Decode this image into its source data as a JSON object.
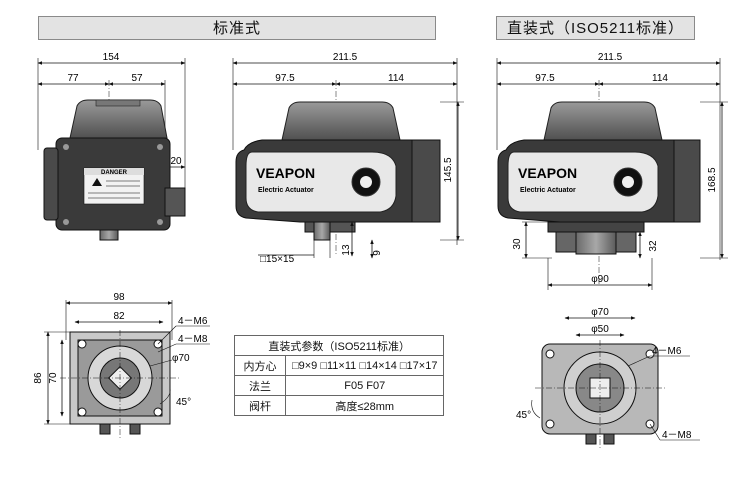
{
  "banners": {
    "standard": "标准式",
    "direct": "直装式（ISO5211标准）"
  },
  "dims": {
    "front_width": "154",
    "front_left": "77",
    "front_right": "57",
    "front_side": "20",
    "side_width": "211.5",
    "side_left": "97.5",
    "side_right": "114",
    "side_height": "145.5",
    "side_13": "13",
    "side_9": "9",
    "side_square": "□15×15",
    "direct_width": "211.5",
    "direct_left": "97.5",
    "direct_right": "114",
    "direct_height": "168.5",
    "direct_30": "30",
    "direct_32": "32",
    "direct_phi90": "φ90",
    "bottom_98": "98",
    "bottom_82": "82",
    "bottom_86": "86",
    "bottom_70": "70",
    "bottom_m6": "4－M6",
    "bottom_m8": "4－M8",
    "bottom_phi70": "φ70",
    "bottom_45": "45°",
    "r_phi70": "φ70",
    "r_phi50": "φ50",
    "r_m6": "4－M6",
    "r_m8": "4－M8",
    "r_45": "45°"
  },
  "actuator": {
    "brand": "VEAPON",
    "subtitle": "Electric Actuator",
    "danger": "DANGER"
  },
  "table": {
    "title": "直装式参数（ISO5211标准）",
    "rows": [
      {
        "label": "内方心",
        "value": "□9×9 □11×11 □14×14 □17×17"
      },
      {
        "label": "法兰",
        "value": "F05          F07"
      },
      {
        "label": "阀杆",
        "value": "高度≤28mm"
      }
    ]
  }
}
